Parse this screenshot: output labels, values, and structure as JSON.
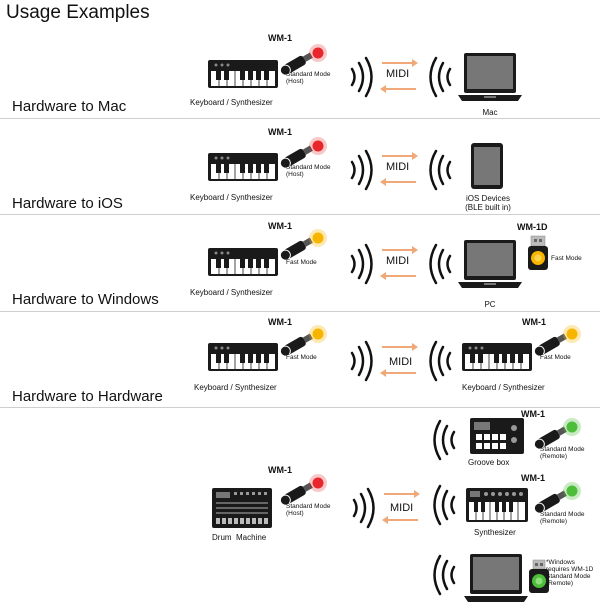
{
  "title": "Usage Examples",
  "sections": [
    {
      "label": "Hardware to Mac",
      "left_adapter": "WM-1",
      "left_mode": [
        "Standard Mode",
        "(Host)"
      ],
      "left_device": "Keyboard / Synthesizer",
      "midi": "MIDI",
      "right_device": [
        "Mac"
      ]
    },
    {
      "label": "Hardware to iOS",
      "left_adapter": "WM-1",
      "left_mode": [
        "Standard Mode",
        "(Host)"
      ],
      "left_device": "Keyboard / Synthesizer",
      "midi": "MIDI",
      "right_device": [
        "iOS Devices",
        "(BLE built in)"
      ]
    },
    {
      "label": "Hardware to Windows",
      "left_adapter": "WM-1",
      "left_mode": [
        "Fast Mode"
      ],
      "left_device": "Keyboard / Synthesizer",
      "midi": "MIDI",
      "right_device": [
        "PC"
      ],
      "right_adapter": "WM-1D",
      "right_mode": [
        "Fast Mode"
      ]
    },
    {
      "label": "Hardware to Hardware",
      "left_adapter": "WM-1",
      "left_mode": [
        "Fast Mode"
      ],
      "left_device": "Keyboard / Synthesizer",
      "midi": "MIDI",
      "right_device": [
        "Keyboard / Synthesizer"
      ],
      "right_adapter": "WM-1",
      "right_mode": [
        "Fast Mode"
      ]
    },
    {
      "left_adapter": "WM-1",
      "left_mode": [
        "Standard Mode",
        "(Host)"
      ],
      "left_device": "Drum  Machine",
      "midi": "MIDI",
      "targets": [
        {
          "device": "Groove box",
          "adapter": "WM-1",
          "mode": [
            "Standard Mode",
            "(Remote)"
          ]
        },
        {
          "device": "Synthesizer",
          "adapter": "WM-1",
          "mode": [
            "Standard Mode",
            "(Remote)"
          ]
        },
        {
          "device": "",
          "note": [
            "*Windows",
            "requires WM-1D",
            "Standard Mode",
            "(Remote)"
          ]
        }
      ]
    }
  ],
  "colors": {
    "led_red": "#e8262b",
    "led_yellow": "#f7b500",
    "led_green": "#4dbd3a",
    "arrow": "#f0a878",
    "divider": "#cfcfcf"
  }
}
